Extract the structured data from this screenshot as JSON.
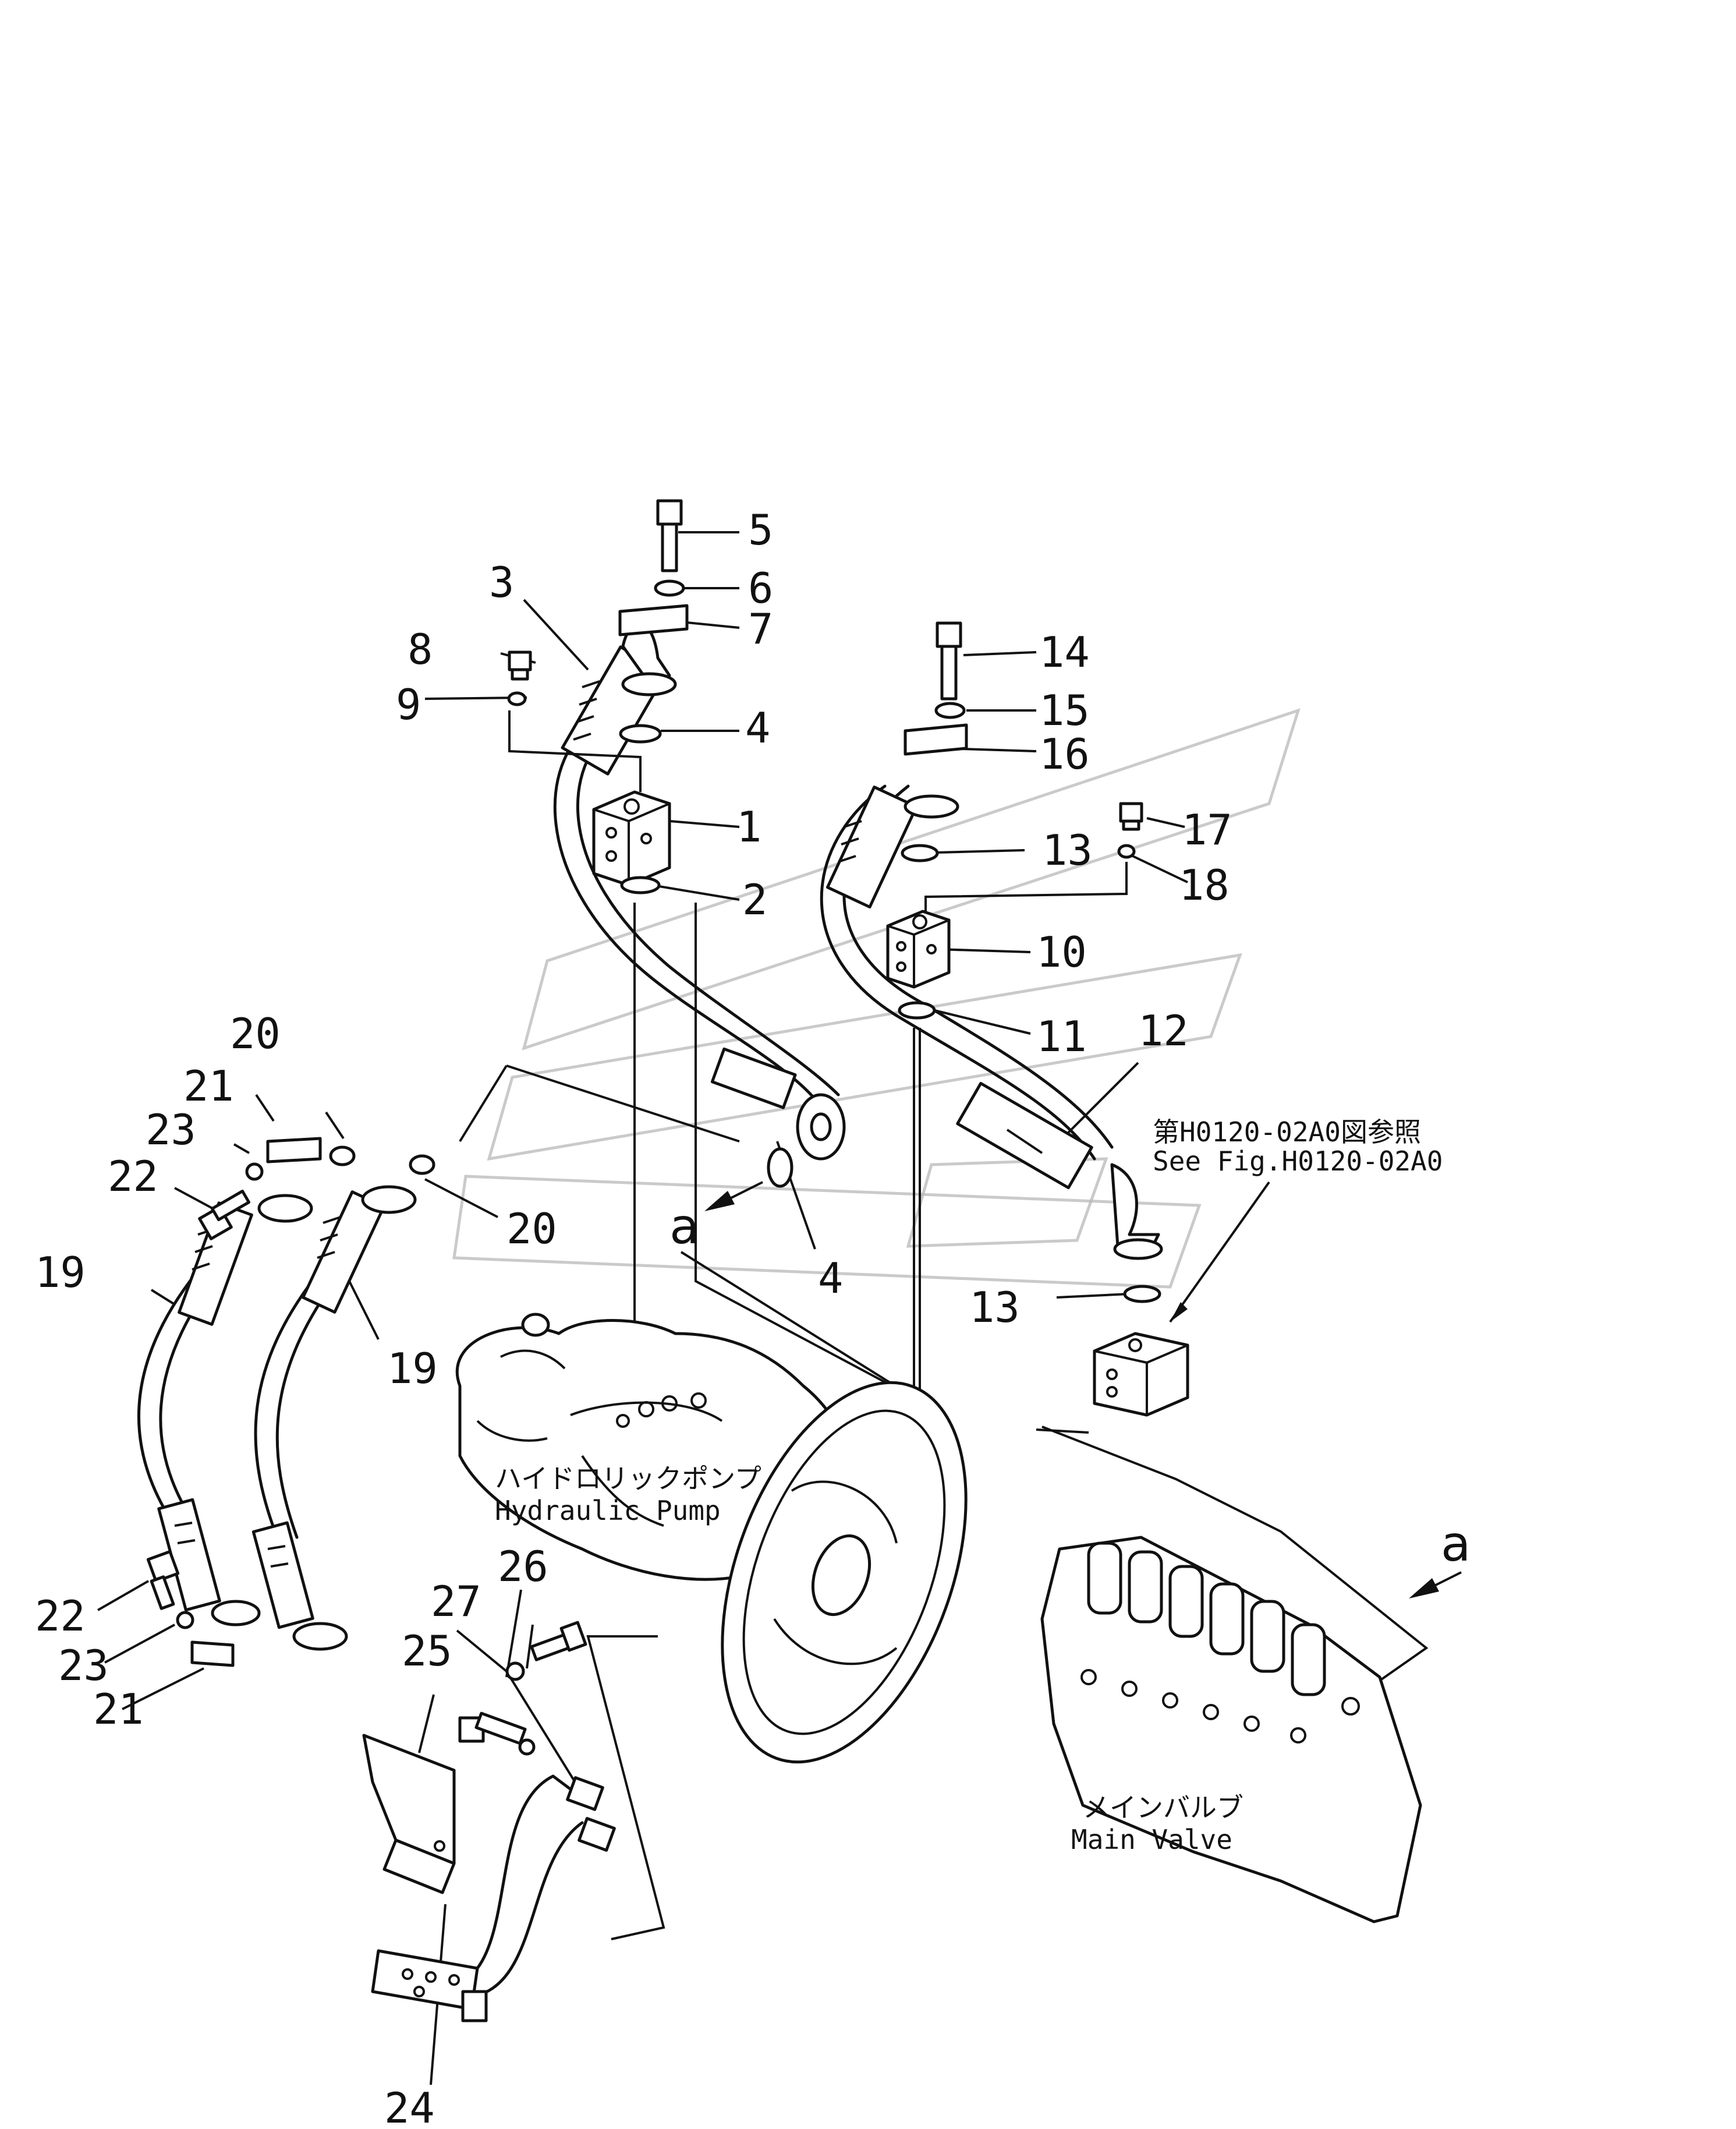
{
  "part_numbers": [
    "1",
    "2",
    "3",
    "4",
    "4",
    "5",
    "6",
    "7",
    "8",
    "9",
    "10",
    "11",
    "12",
    "13",
    "13",
    "14",
    "15",
    "16",
    "17",
    "18",
    "19",
    "19",
    "20",
    "20",
    "21",
    "21",
    "22",
    "22",
    "23",
    "23",
    "24",
    "25",
    "26",
    "27"
  ],
  "components": {
    "hydraulic_pump": {
      "jp": "ハイドロリックポンプ",
      "en": "Hydraulic Pump"
    },
    "main_valve": {
      "jp": "メインバルブ",
      "en": "Main Valve"
    }
  },
  "reference_note": {
    "jp": "第H0120-02A0図参照",
    "en": "See Fig.H0120-02A0"
  },
  "view_markers": [
    "a",
    "a"
  ],
  "colors": {
    "ink": "#111111",
    "watermark": "#b8b8b8",
    "background": "#ffffff"
  }
}
